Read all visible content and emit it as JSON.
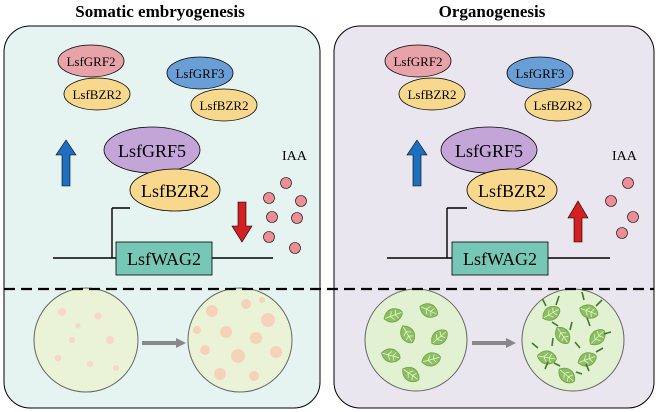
{
  "left_panel": {
    "title": "Somatic embryogenesis",
    "grf2": "LsfGRF2",
    "bzr2_a": "LsfBZR2",
    "grf3": "LsfGRF3",
    "bzr2_b": "LsfBZR2",
    "grf5": "LsfGRF5",
    "bzr2_main": "LsfBZR2",
    "wag2": "LsfWAG2",
    "iaa": "IAA",
    "iaa_change": "decrease"
  },
  "right_panel": {
    "title": "Organogenesis",
    "grf2": "LsfGRF2",
    "bzr2_a": "LsfBZR2",
    "grf3": "LsfGRF3",
    "bzr2_b": "LsfBZR2",
    "grf5": "LsfGRF5",
    "bzr2_main": "LsfBZR2",
    "wag2": "LsfWAG2",
    "iaa": "IAA",
    "iaa_change": "increase"
  },
  "colors": {
    "left_bg": "#e6f4f1",
    "right_bg": "#e9e6ef",
    "grf2": "#e8a3a8",
    "grf3": "#6a9ed6",
    "grf5": "#c3a5d8",
    "bzr2": "#f8d88c",
    "wag2": "#76c7b5",
    "up_arrow_blue": "#1f6fc0",
    "iaa_arrow_red": "#d42020",
    "iaa_dot": "#ef8d97"
  }
}
